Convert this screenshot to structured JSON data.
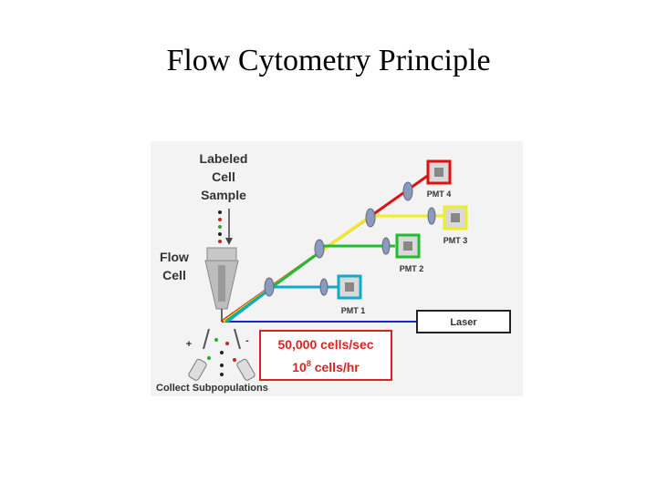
{
  "title": "Flow Cytometry Principle",
  "diagram": {
    "labeled_cell_sample": [
      "Labeled",
      "Cell",
      "Sample"
    ],
    "flow_cell": [
      "Flow",
      "Cell"
    ],
    "detectors": [
      "PMT 1",
      "PMT 2",
      "PMT 3",
      "PMT 4"
    ],
    "laser": "Laser",
    "rate_per_sec": "50,000 cells/sec",
    "rate_per_hr_base": "10",
    "rate_per_hr_exp": "8",
    "rate_per_hr_unit": " cells/hr",
    "collect": "Collect Subpopulations",
    "charge_plus": "+",
    "charge_minus": "-"
  },
  "colors": {
    "laser_beam": "#2222cc",
    "red_channel": "#dd1111",
    "yellow_channel": "#eeee22",
    "green_channel": "#22bb33",
    "cyan_channel": "#11aacc",
    "rate_box_border": "#dd2222",
    "rate_text": "#dd2222"
  }
}
